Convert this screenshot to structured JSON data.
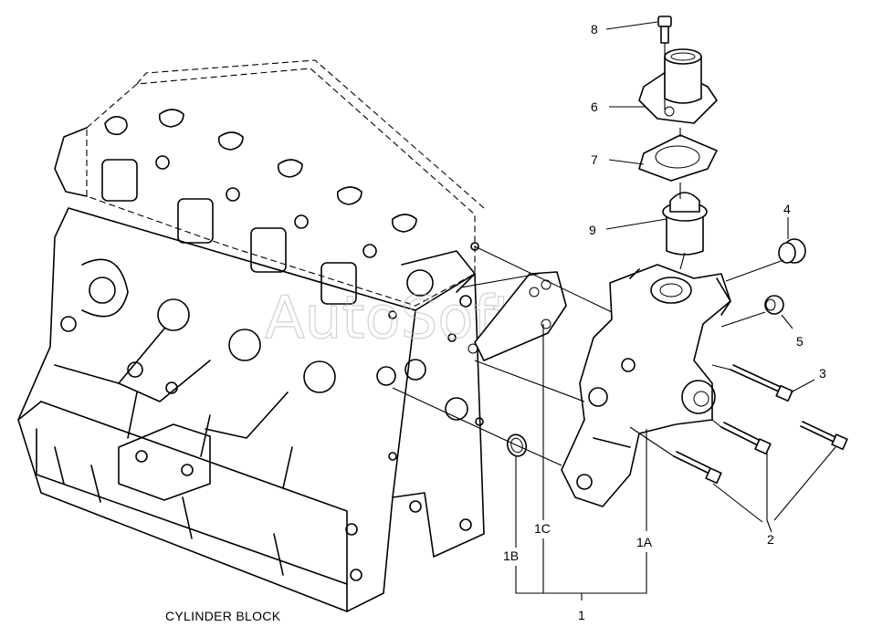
{
  "caption": "CYLINDER BLOCK",
  "watermark": "AutoSoft",
  "callouts": {
    "c1": "1",
    "c1A": "1A",
    "c1B": "1B",
    "c1C": "1C",
    "c2": "2",
    "c3": "3",
    "c4": "4",
    "c5": "5",
    "c6": "6",
    "c7": "7",
    "c8": "8",
    "c9": "9"
  }
}
